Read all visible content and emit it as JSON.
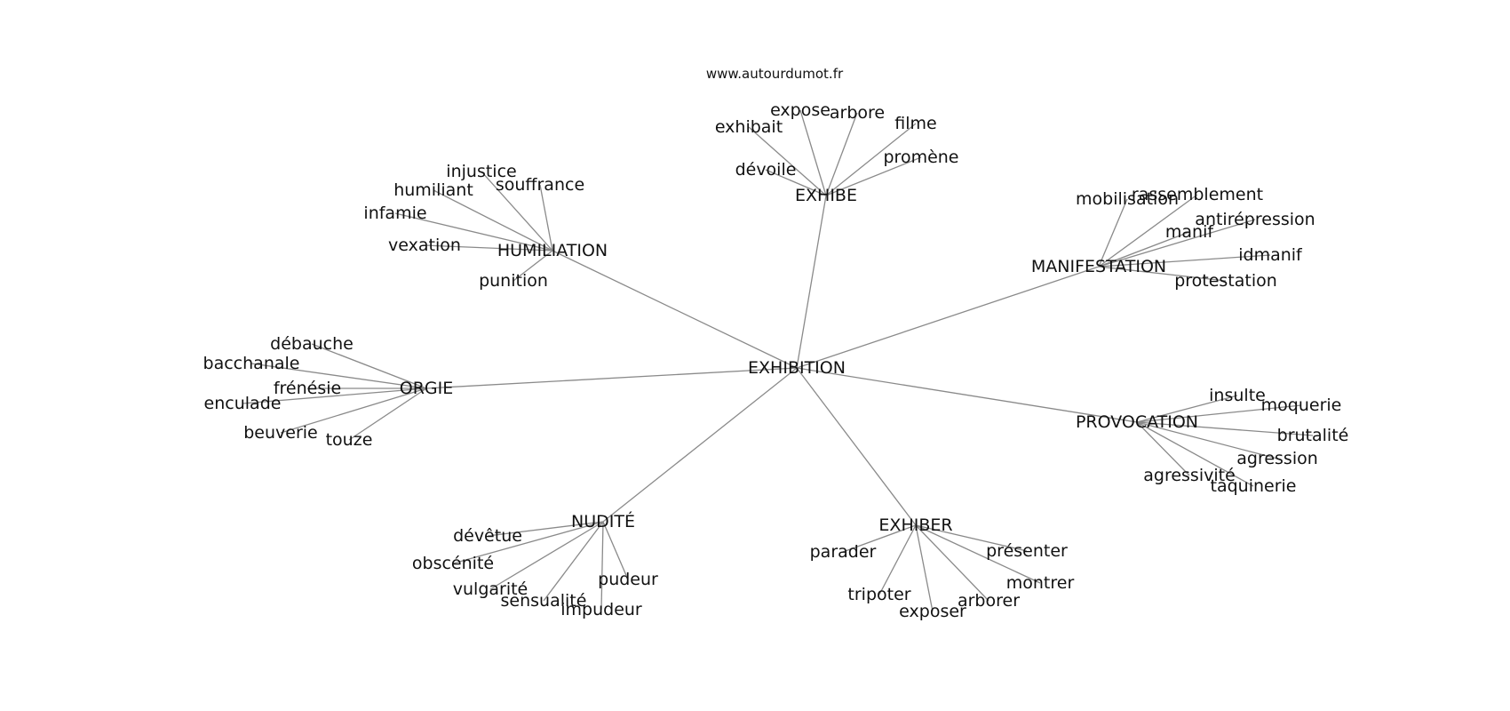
{
  "source": "www.autourdumot.fr",
  "root": "EXHIBITION",
  "clusters": [
    {
      "label": "EXHIBE",
      "children": [
        "exhibait",
        "expose",
        "arbore",
        "filme",
        "dévoile",
        "promène"
      ]
    },
    {
      "label": "HUMILIATION",
      "children": [
        "injustice",
        "humiliant",
        "souffrance",
        "infamie",
        "vexation",
        "punition"
      ]
    },
    {
      "label": "MANIFESTATION",
      "children": [
        "mobilisation",
        "rassemblement",
        "antirépression",
        "manif",
        "idmanif",
        "protestation"
      ]
    },
    {
      "label": "ORGIE",
      "children": [
        "débauche",
        "bacchanale",
        "frénésie",
        "enculade",
        "beuverie",
        "touze"
      ]
    },
    {
      "label": "PROVOCATION",
      "children": [
        "insulte",
        "moquerie",
        "brutalité",
        "agression",
        "agressivité",
        "taquinerie"
      ]
    },
    {
      "label": "NUDITÉ",
      "children": [
        "dévêtue",
        "obscénité",
        "vulgarité",
        "sensualité",
        "impudeur",
        "pudeur"
      ]
    },
    {
      "label": "EXHIBER",
      "children": [
        "parader",
        "présenter",
        "montrer",
        "tripoter",
        "exposer",
        "arborer"
      ]
    }
  ]
}
